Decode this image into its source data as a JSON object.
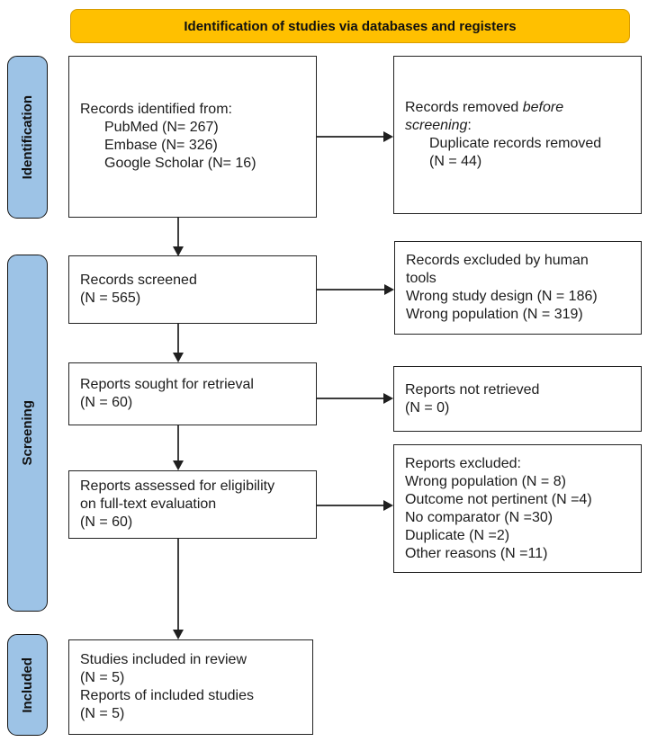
{
  "header": {
    "title": "Identification of studies via databases and registers"
  },
  "sidebar": {
    "identification": "Identification",
    "screening": "Screening",
    "included": "Included"
  },
  "flow": {
    "records_identified": {
      "title": "Records identified from:",
      "sources": [
        "PubMed (N= 267)",
        "Embase (N= 326)",
        "Google Scholar (N= 16)"
      ]
    },
    "records_removed": {
      "text": "Records removed ",
      "italic_line1": "before",
      "italic_line2": "screening",
      "colon": ":",
      "details": [
        "Duplicate records removed",
        "(N = 44)"
      ]
    },
    "records_screened": {
      "lines": [
        "Records screened",
        "(N = 565)"
      ]
    },
    "records_excluded": {
      "lines": [
        "Records excluded by human",
        "tools",
        "Wrong study design (N = 186)",
        "Wrong population (N = 319)"
      ]
    },
    "reports_sought": {
      "lines": [
        "Reports sought for retrieval",
        "(N = 60)"
      ]
    },
    "reports_not_retrieved": {
      "lines": [
        "Reports not retrieved",
        "(N = 0)"
      ]
    },
    "reports_assessed": {
      "lines": [
        "Reports assessed for eligibility",
        "on full-text evaluation",
        "(N = 60)"
      ]
    },
    "reports_excluded": {
      "lines": [
        "Reports excluded:",
        "Wrong population (N = 8)",
        "Outcome not pertinent (N =4)",
        "No comparator (N =30)",
        "Duplicate (N =2)",
        "Other reasons (N =11)"
      ]
    },
    "studies_included": {
      "lines": [
        "Studies included in review",
        "(N = 5)",
        "Reports of included studies",
        "(N = 5)"
      ]
    }
  },
  "colors": {
    "header_fill": "#FFC000",
    "header_border": "#D89C00",
    "sidebar_fill": "#9DC3E6",
    "box_border": "#222222",
    "arrow": "#1F1F1F"
  }
}
